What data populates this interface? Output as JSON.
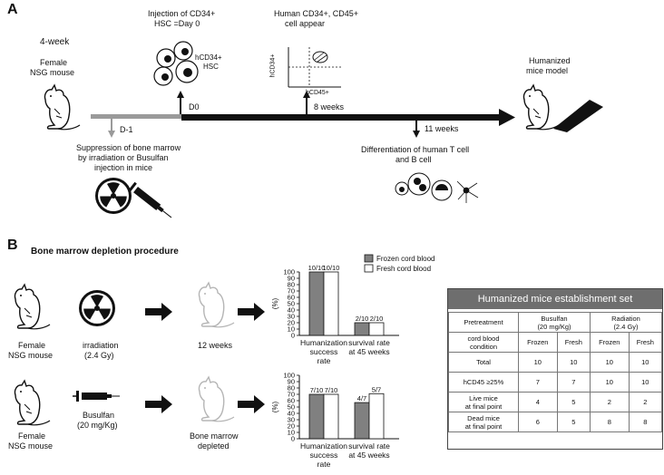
{
  "panel_a": {
    "label": "A",
    "mouse_age": "4-week",
    "mouse_name_l1": "Female",
    "mouse_name_l2": "NSG mouse",
    "injection_l1": "Injection of CD34+",
    "injection_l2": "HSC =Day 0",
    "hsc_l1": "hCD34+",
    "hsc_l2": "HSC",
    "appear_l1": "Human CD34+, CD45+",
    "appear_l2": "cell appear",
    "axis_y": "hCD34+",
    "axis_x": "hCD45+",
    "humanized_l1": "Humanized",
    "humanized_l2": "mice model",
    "d_minus_1": "D-1",
    "d0": "D0",
    "week8": "8 weeks",
    "week11": "11 weeks",
    "suppression_l1": "Suppression of bone marrow",
    "suppression_l2": "by irradiation or Busulfan",
    "suppression_l3": "injection in mice",
    "diff_l1": "Differentiation of human T cell",
    "diff_l2": "and B cell"
  },
  "panel_b": {
    "label": "B",
    "title": "Bone marrow depletion procedure",
    "mouse_l1": "Female",
    "mouse_l2": "NSG mouse",
    "irr_l1": "irradiation",
    "irr_l2": "(2.4 Gy)",
    "bus_l1": "Busulfan",
    "bus_l2": "(20 mg/Kg)",
    "wk12": "12 weeks",
    "depleted_l1": "Bone marrow",
    "depleted_l2": "depleted",
    "legend_frozen": "Frozen cord blood",
    "legend_fresh": "Fresh cord blood"
  },
  "colors": {
    "frozen": "#808080",
    "fresh": "#ffffff",
    "table_header": "#6e6e6e"
  },
  "chart_data": [
    {
      "type": "bar",
      "ylabel": "(%)",
      "ylim": [
        0,
        100
      ],
      "yticks": [
        "0",
        "10",
        "20",
        "30",
        "40",
        "50",
        "60",
        "70",
        "80",
        "90",
        "100"
      ],
      "categories": [
        "Humanization success rate",
        "survival rate at 45 weeks"
      ],
      "cat_lines": [
        [
          "Humanization",
          "success",
          "rate"
        ],
        [
          "survival rate",
          "at 45 weeks"
        ]
      ],
      "series": [
        {
          "name": "Frozen cord blood",
          "values": [
            100,
            20
          ],
          "labels": [
            "10/10",
            "2/10"
          ]
        },
        {
          "name": "Fresh cord blood",
          "values": [
            100,
            20
          ],
          "labels": [
            "10/10",
            "2/10"
          ]
        }
      ]
    },
    {
      "type": "bar",
      "ylabel": "(%)",
      "ylim": [
        0,
        100
      ],
      "yticks": [
        "0",
        "10",
        "20",
        "30",
        "40",
        "50",
        "60",
        "70",
        "80",
        "90",
        "100"
      ],
      "categories": [
        "Humanization success rate",
        "survival rate at 45 weeks"
      ],
      "cat_lines": [
        [
          "Humanization",
          "success",
          "rate"
        ],
        [
          "survival rate",
          "at 45 weeks"
        ]
      ],
      "series": [
        {
          "name": "Frozen cord blood",
          "values": [
            70,
            57
          ],
          "labels": [
            "7/10",
            "4/7"
          ]
        },
        {
          "name": "Fresh cord blood",
          "values": [
            70,
            71
          ],
          "labels": [
            "7/10",
            "5/7"
          ]
        }
      ]
    }
  ],
  "table": {
    "title": "Humanized mice establishment set",
    "h_pretreatment": "Pretreatment",
    "h_busulfan_l1": "Busulfan",
    "h_busulfan_l2": "(20 mg/Kg)",
    "h_radiation_l1": "Radiation",
    "h_radiation_l2": "(2.4 Gy)",
    "r_cond_l1": "cord blood",
    "r_cond_l2": "condition",
    "frozen": "Frozen",
    "fresh": "Fresh",
    "rows": [
      {
        "l1": "Total",
        "l2": "",
        "v": [
          "10",
          "10",
          "10",
          "10"
        ]
      },
      {
        "l1": "hCD45 ≥25%",
        "l2": "",
        "v": [
          "7",
          "7",
          "10",
          "10"
        ]
      },
      {
        "l1": "Live mice",
        "l2": "at final point",
        "v": [
          "4",
          "5",
          "2",
          "2"
        ]
      },
      {
        "l1": "Dead mice",
        "l2": "at final point",
        "v": [
          "6",
          "5",
          "8",
          "8"
        ]
      }
    ]
  }
}
